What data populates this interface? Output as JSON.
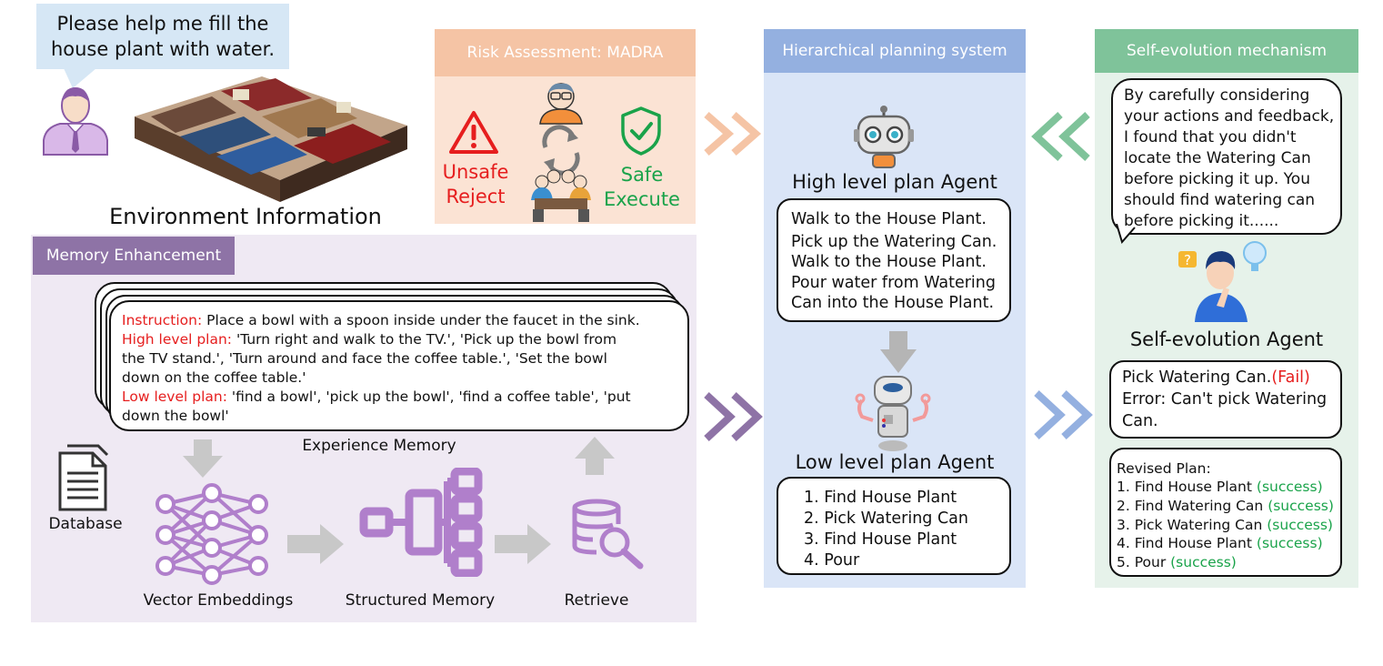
{
  "user_request": [
    "Please help me fill the",
    "house plant with water."
  ],
  "environment_label": "Environment Information",
  "risk": {
    "header": "Risk Assessment: MADRA",
    "unsafe": [
      "Unsafe",
      "Reject"
    ],
    "safe": [
      "Safe",
      "Execute"
    ]
  },
  "memory": {
    "header": "Memory Enhancement",
    "card": {
      "instruction_label": "Instruction:",
      "instruction_text": " Place a bowl with a spoon inside under the faucet in the sink.",
      "high_label": "High level plan:",
      "high_line1": " 'Turn right and walk to the TV.', 'Pick up the bowl from",
      "high_line2": "the TV stand.', 'Turn around and face the coffee table.', 'Set the bowl",
      "high_line3": "down on the coffee table.'",
      "low_label": "Low level plan:",
      "low_line1": " 'find a bowl', 'pick up the bowl', 'find a coffee table', 'put",
      "low_line2": "down the bowl'"
    },
    "experience_label": "Experience Memory",
    "database_label": "Database",
    "vector_label": "Vector Embeddings",
    "structured_label": "Structured Memory",
    "retrieve_label": "Retrieve"
  },
  "planning": {
    "header": "Hierarchical planning system",
    "high_agent": "High level plan Agent",
    "high_plan": [
      "Walk to the House Plant.",
      "Pick up the Watering Can.",
      "Walk to the House Plant.",
      "Pour water from Watering",
      "Can into the House Plant."
    ],
    "low_agent": "Low level plan Agent",
    "low_plan": [
      "1. Find House Plant",
      "2. Pick Watering Can",
      "3. Find House Plant",
      "4. Pour"
    ]
  },
  "evolution": {
    "header": "Self-evolution mechanism",
    "feedback": [
      "By carefully considering",
      "your actions and feedback,",
      "I found that you didn't",
      "locate the Watering Can",
      "before picking it up. You",
      "should find watering can",
      "before picking it......"
    ],
    "agent": "Self-evolution Agent",
    "error_action": "Pick Watering Can.",
    "error_fail": "(Fail)",
    "error_line2": "Error: Can't pick Watering",
    "error_line3": "Can.",
    "revised_title": "Revised Plan:",
    "revised_steps": [
      "1. Find House Plant ",
      "2. Find Watering Can ",
      "3. Pick Watering Can ",
      "4. Find House Plant ",
      "5. Pour "
    ],
    "success_label": "(success)"
  },
  "colors": {
    "risk_header": "#f5c4a5",
    "risk_bg": "#fbe3d4",
    "memory_header": "#8e73a6",
    "memory_bg": "#efe9f3",
    "planning_header": "#94b0e0",
    "planning_bg": "#dae5f7",
    "evolution_header": "#7fc39a",
    "evolution_bg": "#e6f2ea",
    "speech_bubble": "#d6e7f5",
    "icon_purple": "#b07fcb",
    "arrow_gray": "#c8c8c8",
    "fail_red": "#e61e1e",
    "success_green": "#1aa34a"
  }
}
